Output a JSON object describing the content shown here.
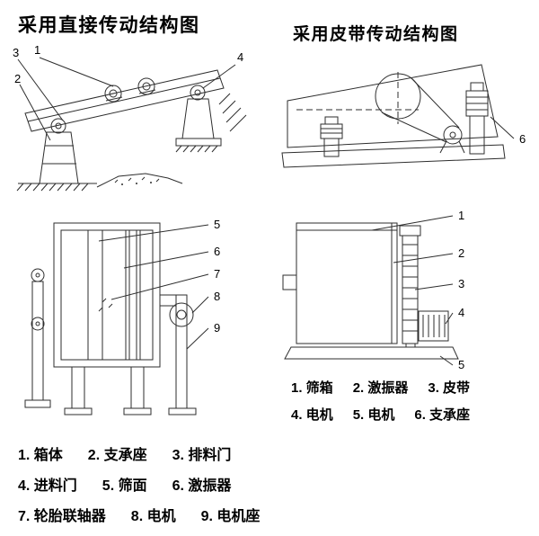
{
  "page": {
    "background": "#ffffff",
    "ink": "#2e2e2e"
  },
  "titles": {
    "direct": "采用直接传动结构图",
    "belt": "采用皮带传动结构图"
  },
  "direct_side": {
    "callouts": [
      "3",
      "1",
      "2",
      "4"
    ]
  },
  "direct_front": {
    "callouts": [
      "5",
      "6",
      "7",
      "8",
      "9"
    ]
  },
  "belt_side": {
    "callouts": [
      "6"
    ]
  },
  "belt_front": {
    "callouts": [
      "1",
      "2",
      "3",
      "4",
      "5"
    ]
  },
  "legend_direct": {
    "rows": [
      [
        "1. 箱体",
        "2. 支承座",
        "3. 排料门"
      ],
      [
        "4. 进料门",
        "5. 筛面",
        "6. 激振器"
      ],
      [
        "7. 轮胎联轴器",
        "8. 电机",
        "9. 电机座"
      ]
    ]
  },
  "legend_belt": {
    "rows": [
      [
        "1. 筛箱",
        "2. 激振器",
        "3. 皮带"
      ],
      [
        "4. 电机",
        "5. 电机",
        "6. 支承座"
      ]
    ]
  }
}
